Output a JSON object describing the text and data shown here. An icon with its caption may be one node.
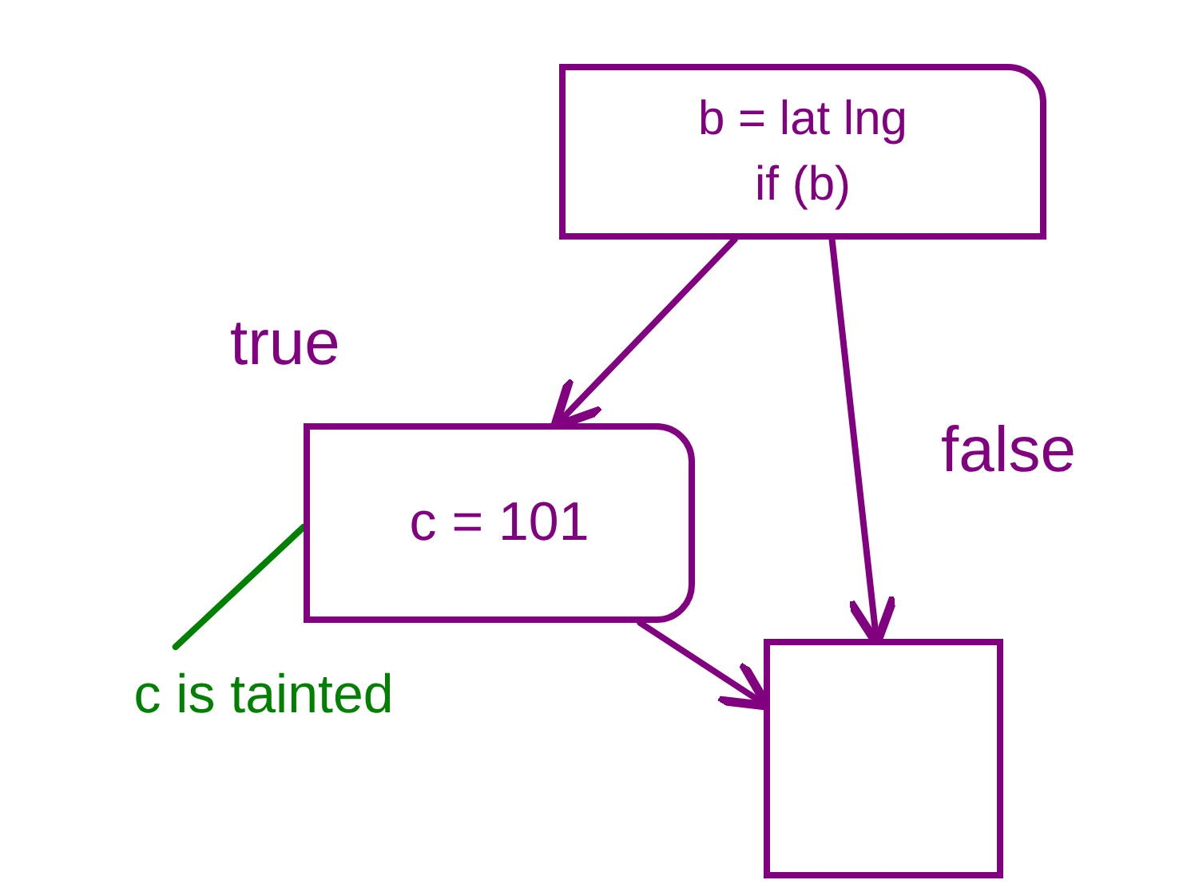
{
  "diagram": {
    "nodes": [
      {
        "text": [
          "b = lat lng",
          "if (b)"
        ]
      },
      {
        "text": [
          "c = 101"
        ]
      },
      {
        "text": [],
        "shape": "box"
      },
      {
        "text": [
          "c is tainted"
        ]
      }
    ],
    "edges": [
      {
        "from": 0,
        "to": 1,
        "arrow": "to",
        "label": "true"
      },
      {
        "from": 0,
        "to": 2,
        "arrow": "to",
        "label": "false"
      },
      {
        "from": 1,
        "to": 2,
        "arrow": "to"
      },
      {
        "from": 3,
        "to": 1,
        "arrow": "none",
        "color": "#008000"
      }
    ]
  }
}
